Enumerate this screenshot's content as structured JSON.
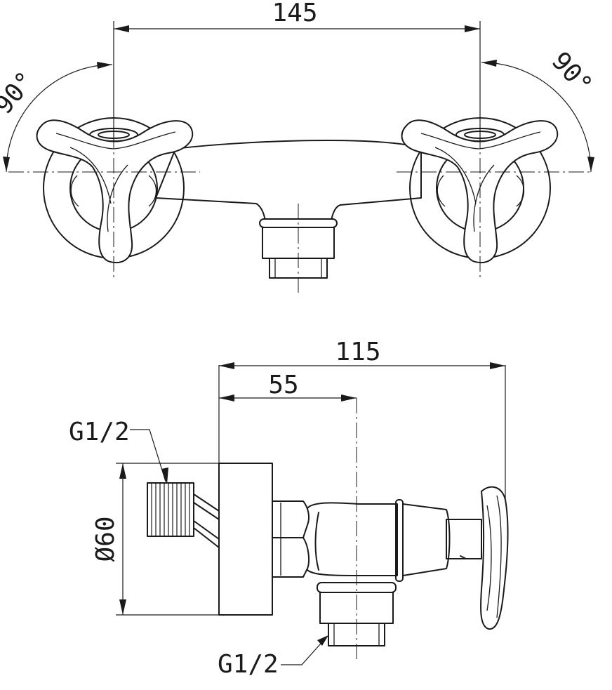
{
  "dimensions": {
    "top_width": "145",
    "angle_left": "90°",
    "angle_right": "90°",
    "side_depth_total": "115",
    "side_depth_outlet": "55",
    "flange_diameter": "Ø60",
    "thread_inlet": "G1/2",
    "thread_outlet": "G1/2"
  }
}
